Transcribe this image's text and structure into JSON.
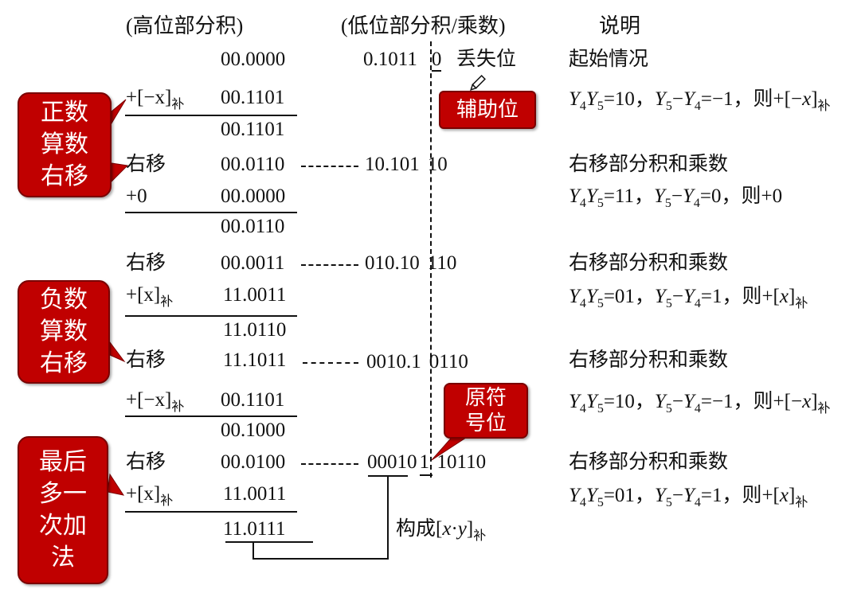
{
  "headers": {
    "high": "(高位部分积)",
    "low": "(低位部分积/乘数)",
    "note": "说明"
  },
  "rows": {
    "r0": {
      "high": "00.0000",
      "low_a": "0.1011",
      "low_b": "0",
      "extra": "丢失位",
      "note": "起始情况"
    },
    "r1": {
      "label": "+[−x]",
      "label_sub": "补",
      "high": "00.1101"
    },
    "r1n": {
      "y1": "Y",
      "s1": "4",
      "y2": "Y",
      "s2": "5",
      "eq1": "=10，",
      "y3": "Y",
      "s3": "5",
      "minus": "−",
      "y4": "Y",
      "s4": "4",
      "eq2": "=−1，则+[−",
      "x": "x",
      "close": "]",
      "sub": "补"
    },
    "r2": {
      "high": "00.1101"
    },
    "r3": {
      "label": "右移",
      "high": "00.0110",
      "low_a": "10.101",
      "low_b": "10",
      "note": "右移部分积和乘数"
    },
    "r4": {
      "label": "+0",
      "high": "00.0000"
    },
    "r4n": {
      "y1": "Y",
      "s1": "4",
      "y2": "Y",
      "s2": "5",
      "eq1": "=11，",
      "y3": "Y",
      "s3": "5",
      "minus": "−",
      "y4": "Y",
      "s4": "4",
      "eq2": "=0，则+0"
    },
    "r5": {
      "high": "00.0110"
    },
    "r6": {
      "label": "右移",
      "high": "00.0011",
      "low_a": "010.10",
      "low_b": "110",
      "note": "右移部分积和乘数"
    },
    "r7": {
      "label": "+[x]",
      "label_sub": "补",
      "high": "11.0011"
    },
    "r7n": {
      "y1": "Y",
      "s1": "4",
      "y2": "Y",
      "s2": "5",
      "eq1": "=01，",
      "y3": "Y",
      "s3": "5",
      "minus": "−",
      "y4": "Y",
      "s4": "4",
      "eq2": "=1，则+[",
      "x": "x",
      "close": "]",
      "sub": "补"
    },
    "r8": {
      "high": "11.0110"
    },
    "r9": {
      "label": "右移",
      "high": "11.1011",
      "low_a": "0010.1",
      "low_b": "0110",
      "note": "右移部分积和乘数"
    },
    "r10": {
      "label": "+[−x]",
      "label_sub": "补",
      "high": "00.1101"
    },
    "r10n": {
      "y1": "Y",
      "s1": "4",
      "y2": "Y",
      "s2": "5",
      "eq1": "=10，",
      "y3": "Y",
      "s3": "5",
      "minus": "−",
      "y4": "Y",
      "s4": "4",
      "eq2": "=−1，则+[−",
      "x": "x",
      "close": "]",
      "sub": "补"
    },
    "r11": {
      "high": "00.1000"
    },
    "r12": {
      "label": "右移",
      "high": "00.0100",
      "low_a": "00010",
      "low_c": "1",
      "low_b": "10110",
      "note": "右移部分积和乘数"
    },
    "r13": {
      "label": "+[x]",
      "label_sub": "补",
      "high": "11.0011"
    },
    "r13n": {
      "y1": "Y",
      "s1": "4",
      "y2": "Y",
      "s2": "5",
      "eq1": "=01，",
      "y3": "Y",
      "s3": "5",
      "minus": "−",
      "y4": "Y",
      "s4": "4",
      "eq2": "=1，则+[",
      "x": "x",
      "close": "]",
      "sub": "补"
    },
    "r14": {
      "high": "11.0111"
    }
  },
  "result": {
    "prefix": "构成[",
    "x": "x",
    "dot": "·",
    "y": "y",
    "close": "]",
    "sub": "补"
  },
  "callouts": {
    "positive": [
      "正数",
      "算数",
      "右移"
    ],
    "negative": [
      "负数",
      "算数",
      "右移"
    ],
    "last": [
      "最后",
      "多一",
      "次加",
      "法"
    ],
    "aux": "辅助位",
    "sign": [
      "原符",
      "号位"
    ]
  },
  "colors": {
    "callout_fill": "#c00000",
    "callout_border": "#7a0000",
    "text": "#111111"
  },
  "icons": {
    "pencil": "pencil-icon"
  }
}
